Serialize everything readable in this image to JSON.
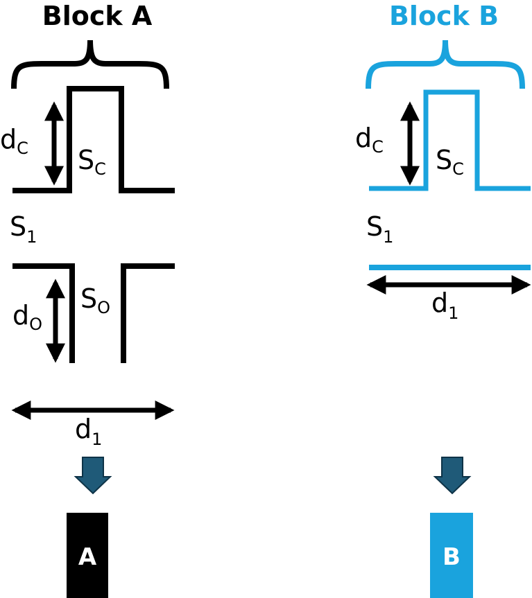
{
  "colors": {
    "block_a": "#000000",
    "block_b": "#1aa3dd",
    "down_arrow": "#1f5a78",
    "block_letter": "#ffffff"
  },
  "block_a": {
    "title": "Block A",
    "symbols": {
      "dc_main": "d",
      "dc_sub": "C",
      "sc_main": "S",
      "sc_sub": "C",
      "s1_main": "S",
      "s1_sub": "1",
      "do_main": "d",
      "do_sub": "O",
      "so_main": "S",
      "so_sub": "O",
      "d1_main": "d",
      "d1_sub": "1"
    },
    "result_label": "A"
  },
  "block_b": {
    "title": "Block B",
    "symbols": {
      "dc_main": "d",
      "dc_sub": "C",
      "sc_main": "S",
      "sc_sub": "C",
      "s1_main": "S",
      "s1_sub": "1",
      "d1_main": "d",
      "d1_sub": "1"
    },
    "result_label": "B"
  }
}
